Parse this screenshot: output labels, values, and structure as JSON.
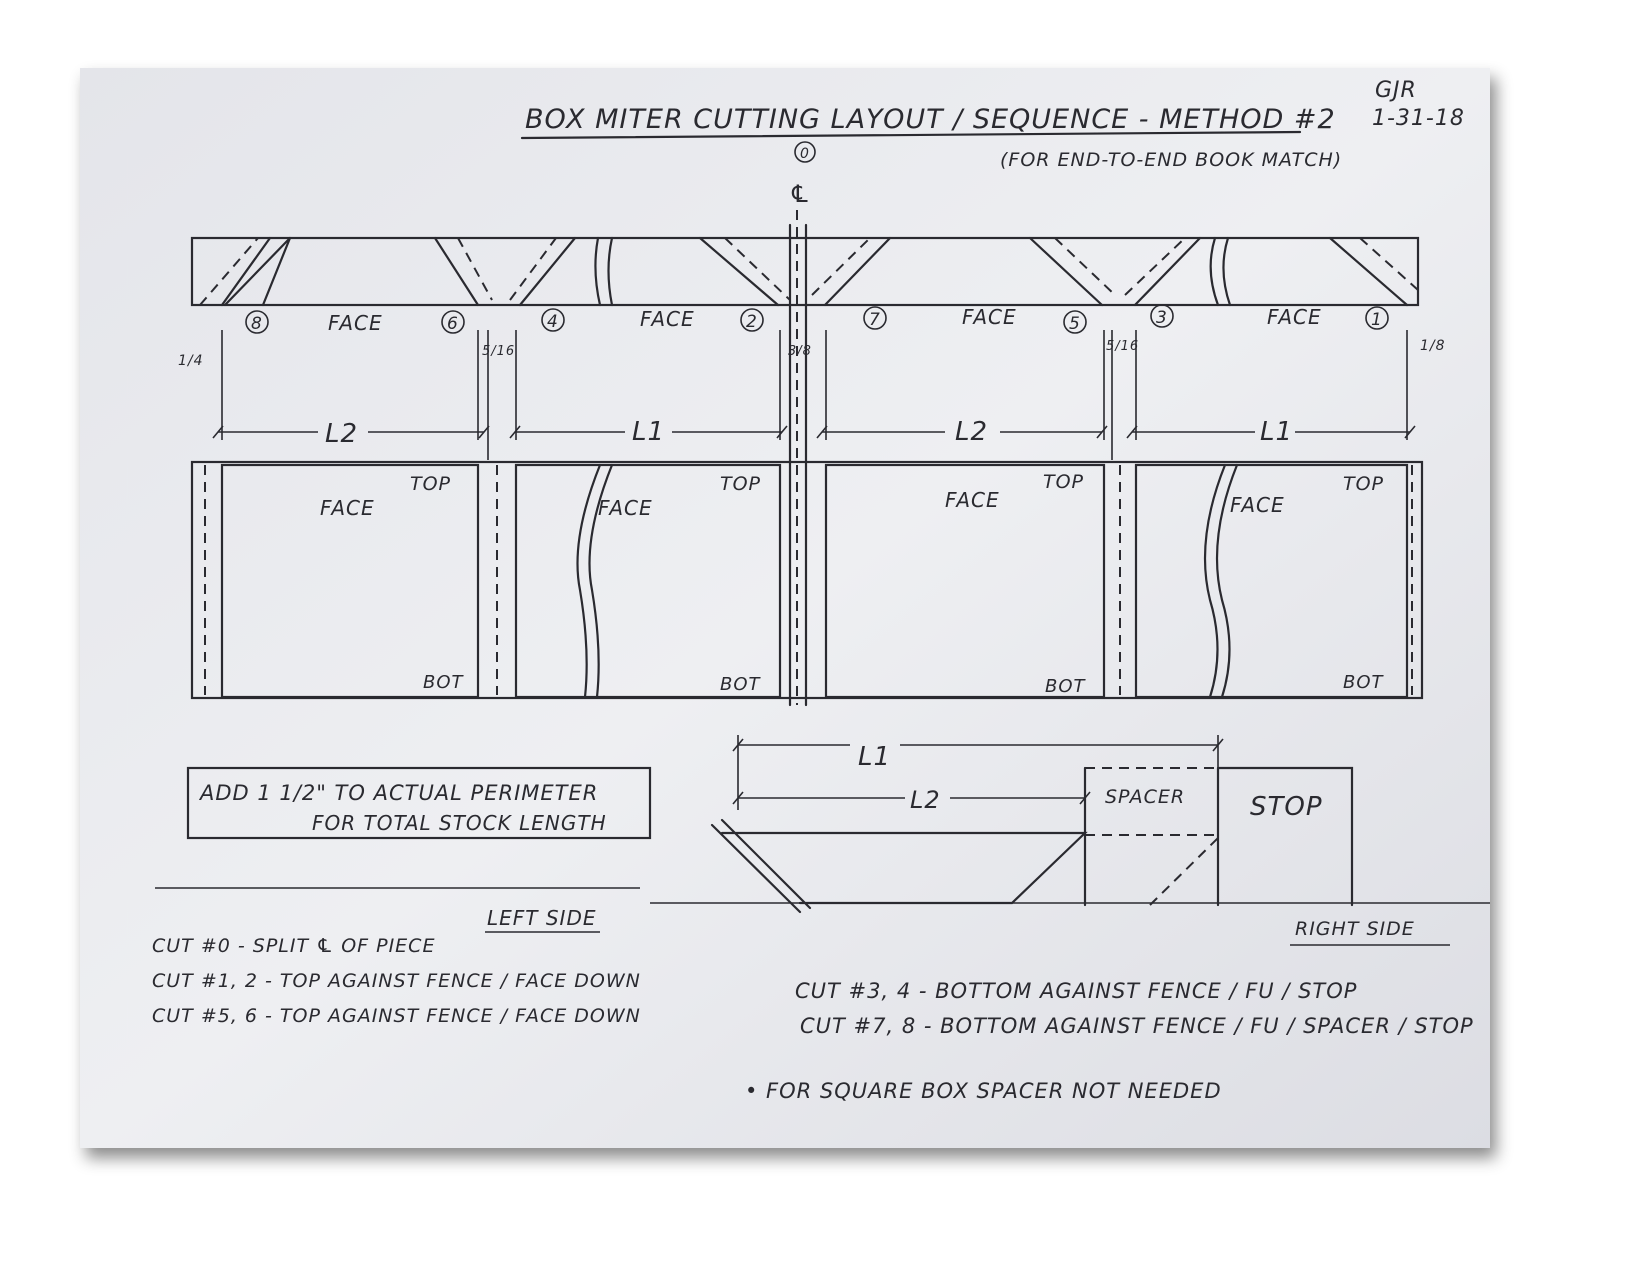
{
  "header": {
    "title": "BOX MITER CUTTING LAYOUT / SEQUENCE - METHOD #2",
    "subtitle": "(FOR END-TO-END BOOK MATCH)",
    "initials": "GJR",
    "date": "1-31-18"
  },
  "centerline": {
    "cut_number": "0",
    "symbol": "℄"
  },
  "strip": {
    "pieces": [
      {
        "left_num": "8",
        "label": "FACE",
        "right_num": "6"
      },
      {
        "left_num": "4",
        "label": "FACE",
        "right_num": "2"
      },
      {
        "left_num": "7",
        "label": "FACE",
        "right_num": "5"
      },
      {
        "left_num": "3",
        "label": "FACE",
        "right_num": "1"
      }
    ],
    "kerfs": [
      "1/4",
      "5/16",
      "3/8",
      "5/16",
      "1/8"
    ],
    "dimensions": [
      "L2",
      "L1",
      "L2",
      "L1"
    ]
  },
  "panels": [
    {
      "face": "FACE",
      "top": "TOP",
      "bot": "BOT"
    },
    {
      "face": "FACE",
      "top": "TOP",
      "bot": "BOT"
    },
    {
      "face": "FACE",
      "top": "TOP",
      "bot": "BOT"
    },
    {
      "face": "FACE",
      "top": "TOP",
      "bot": "BOT"
    }
  ],
  "note": {
    "line1": "ADD 1 1/2\" TO ACTUAL PERIMETER",
    "line2": "FOR TOTAL STOCK LENGTH"
  },
  "jig": {
    "l1": "L1",
    "l2": "L2",
    "spacer": "SPACER",
    "stop": "STOP"
  },
  "left_side": {
    "heading": "LEFT SIDE",
    "cuts": [
      "CUT #0 - SPLIT ℄ OF PIECE",
      "CUT #1, 2 - TOP AGAINST FENCE / FACE DOWN",
      "CUT #5, 6 - TOP AGAINST FENCE / FACE DOWN"
    ]
  },
  "right_side": {
    "heading": "RIGHT SIDE",
    "cuts": [
      "CUT #3, 4 - BOTTOM AGAINST FENCE / FU / STOP",
      "CUT #7, 8 - BOTTOM AGAINST FENCE / FU / SPACER / STOP"
    ]
  },
  "footnote": "• FOR SQUARE BOX SPACER NOT NEEDED"
}
